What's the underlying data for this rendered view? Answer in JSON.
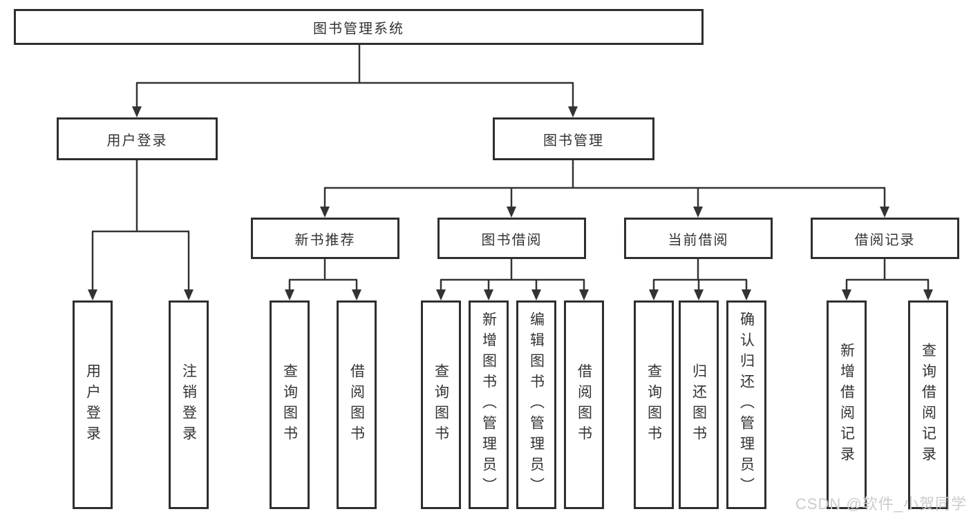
{
  "diagram_type": "functional-structure-tree",
  "tree": {
    "label": "图书管理系统",
    "children": [
      {
        "label": "用户登录",
        "children": [
          {
            "label": "用户登录"
          },
          {
            "label": "注销登录"
          }
        ]
      },
      {
        "label": "图书管理",
        "children": [
          {
            "label": "新书推荐",
            "children": [
              {
                "label": "查询图书"
              },
              {
                "label": "借阅图书"
              }
            ]
          },
          {
            "label": "图书借阅",
            "children": [
              {
                "label": "查询图书"
              },
              {
                "label": "新增图书（管理员）"
              },
              {
                "label": "编辑图书（管理员）"
              },
              {
                "label": "借阅图书"
              }
            ]
          },
          {
            "label": "当前借阅",
            "children": [
              {
                "label": "查询图书"
              },
              {
                "label": "归还图书"
              },
              {
                "label": "确认归还（管理员）"
              }
            ]
          },
          {
            "label": "借阅记录",
            "children": [
              {
                "label": "新增借阅记录"
              },
              {
                "label": "查询借阅记录"
              }
            ]
          }
        ]
      }
    ]
  },
  "watermark": {
    "text": "CSDN @软件_小贺同学"
  },
  "colors": {
    "box_border": "#2e2e2e",
    "connector_line": "#333333",
    "text": "#333333",
    "watermark": "#cbcbcb",
    "background": "#ffffff"
  }
}
